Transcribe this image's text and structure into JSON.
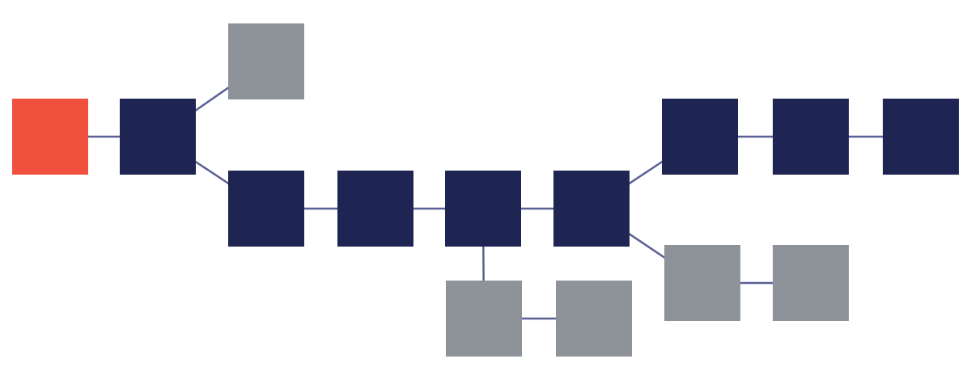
{
  "colors": {
    "genesis": "#f0513e",
    "main_chain": "#1f2553",
    "orphan": "#8e9299",
    "connector": "#5a5f96",
    "background": "#ffffff"
  },
  "blocks": [
    {
      "id": "b0",
      "kind": "genesis"
    },
    {
      "id": "b1",
      "kind": "main_chain"
    },
    {
      "id": "b2",
      "kind": "orphan"
    },
    {
      "id": "b3",
      "kind": "main_chain"
    },
    {
      "id": "b4",
      "kind": "main_chain"
    },
    {
      "id": "b5",
      "kind": "main_chain"
    },
    {
      "id": "b6",
      "kind": "main_chain"
    },
    {
      "id": "b7",
      "kind": "orphan"
    },
    {
      "id": "b8",
      "kind": "orphan"
    },
    {
      "id": "b9",
      "kind": "main_chain"
    },
    {
      "id": "b10",
      "kind": "main_chain"
    },
    {
      "id": "b11",
      "kind": "main_chain"
    },
    {
      "id": "b12",
      "kind": "orphan"
    },
    {
      "id": "b13",
      "kind": "orphan"
    }
  ],
  "links": [
    [
      "b0",
      "b1"
    ],
    [
      "b1",
      "b2"
    ],
    [
      "b1",
      "b3"
    ],
    [
      "b3",
      "b4"
    ],
    [
      "b4",
      "b5"
    ],
    [
      "b5",
      "b6"
    ],
    [
      "b5",
      "b7"
    ],
    [
      "b7",
      "b8"
    ],
    [
      "b6",
      "b9"
    ],
    [
      "b9",
      "b10"
    ],
    [
      "b10",
      "b11"
    ],
    [
      "b6",
      "b12"
    ],
    [
      "b12",
      "b13"
    ]
  ]
}
